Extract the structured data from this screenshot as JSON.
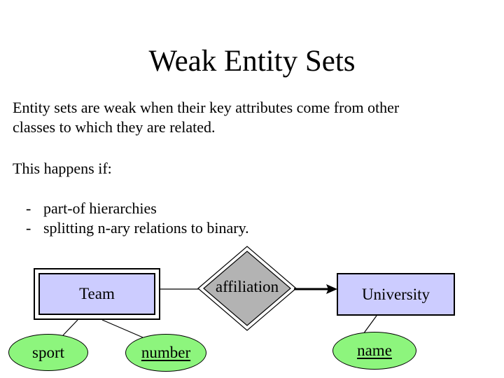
{
  "slide": {
    "title": "Weak Entity Sets",
    "body_line1": "Entity sets are weak when their key attributes come from other",
    "body_line2": "classes to which they are related.",
    "lead_in": "This happens if:",
    "bullets": [
      {
        "marker": "-",
        "text": "part-of hierarchies"
      },
      {
        "marker": "-",
        "text": "splitting n-ary relations to binary."
      }
    ]
  },
  "diagram": {
    "type": "er-diagram",
    "entities": [
      {
        "label": "Team",
        "shape": "rectangle-double-border",
        "fill": "#ccccff"
      },
      {
        "label": "University",
        "shape": "rectangle",
        "fill": "#ccccff"
      }
    ],
    "relationships": [
      {
        "label": "affiliation",
        "shape": "diamond-double-border",
        "fill": "#b3b3b3",
        "connects": [
          "Team",
          "University"
        ],
        "arrow_to": "University"
      }
    ],
    "attributes": [
      {
        "label": "sport",
        "of": "Team",
        "underlined": false,
        "fill": "#8df57d"
      },
      {
        "label": "number",
        "of": "Team",
        "underlined": true,
        "fill": "#8df57d"
      },
      {
        "label": "name",
        "of": "University",
        "underlined": true,
        "fill": "#8df57d"
      }
    ],
    "colors": {
      "entity_fill": "#ccccff",
      "relationship_fill": "#b3b3b3",
      "attribute_fill": "#8df57d",
      "line": "#000000",
      "background": "#ffffff"
    }
  }
}
